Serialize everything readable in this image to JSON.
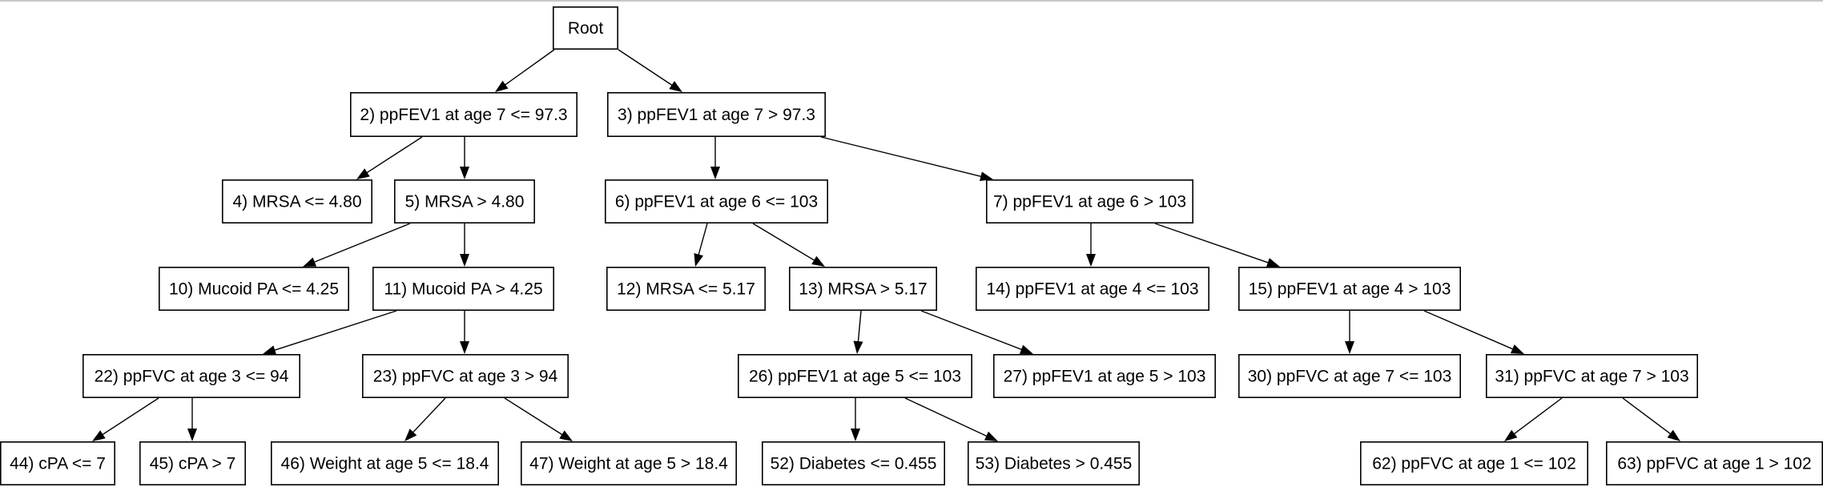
{
  "diagram": {
    "type": "decision-tree",
    "nodes": [
      {
        "id": "root",
        "label": "Root"
      },
      {
        "id": "n2",
        "label": "2) ppFEV1 at age 7 <= 97.3"
      },
      {
        "id": "n3",
        "label": "3) ppFEV1 at age 7 > 97.3"
      },
      {
        "id": "n4",
        "label": "4) MRSA <= 4.80"
      },
      {
        "id": "n5",
        "label": "5) MRSA > 4.80"
      },
      {
        "id": "n6",
        "label": "6) ppFEV1 at age 6 <= 103"
      },
      {
        "id": "n7",
        "label": "7) ppFEV1 at age 6 > 103"
      },
      {
        "id": "n10",
        "label": "10) Mucoid PA <= 4.25"
      },
      {
        "id": "n11",
        "label": "11) Mucoid PA > 4.25"
      },
      {
        "id": "n12",
        "label": "12) MRSA <= 5.17"
      },
      {
        "id": "n13",
        "label": "13) MRSA > 5.17"
      },
      {
        "id": "n14",
        "label": "14) ppFEV1 at age 4 <= 103"
      },
      {
        "id": "n15",
        "label": "15) ppFEV1 at age 4 > 103"
      },
      {
        "id": "n22",
        "label": "22) ppFVC at age 3 <= 94"
      },
      {
        "id": "n23",
        "label": "23) ppFVC at age 3 > 94"
      },
      {
        "id": "n26",
        "label": "26) ppFEV1 at age 5 <= 103"
      },
      {
        "id": "n27",
        "label": "27) ppFEV1 at age 5 > 103"
      },
      {
        "id": "n30",
        "label": "30) ppFVC at age 7 <= 103"
      },
      {
        "id": "n31",
        "label": "31) ppFVC at age 7 > 103"
      },
      {
        "id": "n44",
        "label": "44) cPA <= 7"
      },
      {
        "id": "n45",
        "label": "45) cPA > 7"
      },
      {
        "id": "n46",
        "label": "46) Weight at age 5 <= 18.4"
      },
      {
        "id": "n47",
        "label": "47) Weight at age 5 > 18.4"
      },
      {
        "id": "n52",
        "label": "52) Diabetes <= 0.455"
      },
      {
        "id": "n53",
        "label": "53) Diabetes > 0.455"
      },
      {
        "id": "n62",
        "label": "62) ppFVC at age 1 <= 102"
      },
      {
        "id": "n63",
        "label": "63) ppFVC at age 1 > 102"
      }
    ],
    "edges": [
      {
        "from": "root",
        "to": "n2"
      },
      {
        "from": "root",
        "to": "n3"
      },
      {
        "from": "n2",
        "to": "n4"
      },
      {
        "from": "n2",
        "to": "n5"
      },
      {
        "from": "n3",
        "to": "n6"
      },
      {
        "from": "n3",
        "to": "n7"
      },
      {
        "from": "n5",
        "to": "n10"
      },
      {
        "from": "n5",
        "to": "n11"
      },
      {
        "from": "n6",
        "to": "n12"
      },
      {
        "from": "n6",
        "to": "n13"
      },
      {
        "from": "n7",
        "to": "n14"
      },
      {
        "from": "n7",
        "to": "n15"
      },
      {
        "from": "n11",
        "to": "n22"
      },
      {
        "from": "n11",
        "to": "n23"
      },
      {
        "from": "n13",
        "to": "n26"
      },
      {
        "from": "n13",
        "to": "n27"
      },
      {
        "from": "n15",
        "to": "n30"
      },
      {
        "from": "n15",
        "to": "n31"
      },
      {
        "from": "n22",
        "to": "n44"
      },
      {
        "from": "n22",
        "to": "n45"
      },
      {
        "from": "n23",
        "to": "n46"
      },
      {
        "from": "n23",
        "to": "n47"
      },
      {
        "from": "n26",
        "to": "n52"
      },
      {
        "from": "n26",
        "to": "n53"
      },
      {
        "from": "n31",
        "to": "n62"
      },
      {
        "from": "n31",
        "to": "n63"
      }
    ]
  }
}
